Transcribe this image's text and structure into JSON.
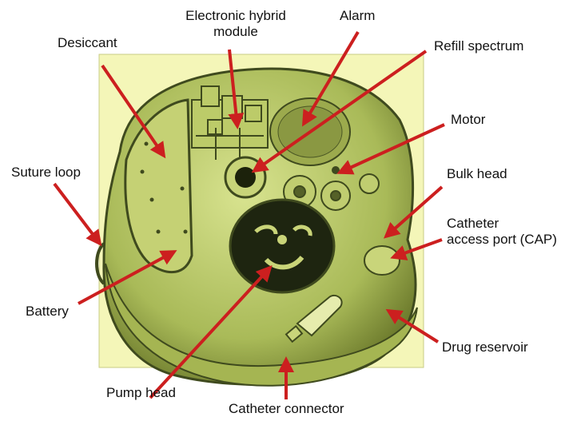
{
  "labels": {
    "desiccant": "Desiccant",
    "electronic_hybrid_module_line1": "Electronic hybrid",
    "electronic_hybrid_module_line2": "module",
    "alarm": "Alarm",
    "refill_spectrum": "Refill spectrum",
    "motor": "Motor",
    "suture_loop": "Suture loop",
    "bulk_head": "Bulk head",
    "catheter_access_port_line1": "Catheter",
    "catheter_access_port_line2": "access port (CAP)",
    "battery": "Battery",
    "drug_reservoir": "Drug reservoir",
    "pump_head": "Pump head",
    "catheter_connector": "Catheter connector"
  },
  "colors": {
    "background_panel": "#f4f6b8",
    "device_body": "#b9c96a",
    "device_dark": "#3f4a1e",
    "arrow": "#cc1f1f",
    "text": "#111111"
  }
}
